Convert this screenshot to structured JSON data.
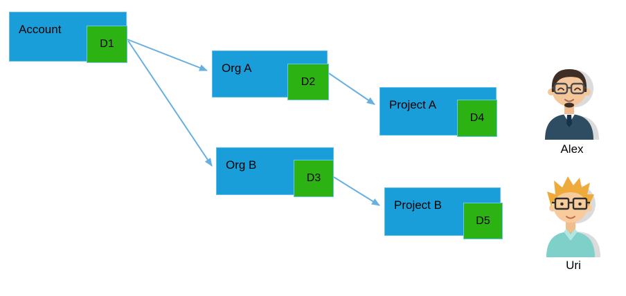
{
  "diagram": {
    "nodes": [
      {
        "id": "account",
        "label": "Account",
        "badge": "D1"
      },
      {
        "id": "org-a",
        "label": "Org A",
        "badge": "D2"
      },
      {
        "id": "org-b",
        "label": "Org B",
        "badge": "D3"
      },
      {
        "id": "project-a",
        "label": "Project A",
        "badge": "D4"
      },
      {
        "id": "project-b",
        "label": "Project B",
        "badge": "D5"
      }
    ],
    "edges": [
      {
        "from": "D1",
        "to": "Org A"
      },
      {
        "from": "D1",
        "to": "Org B"
      },
      {
        "from": "D2",
        "to": "Project A"
      },
      {
        "from": "D3",
        "to": "Project B"
      }
    ],
    "colors": {
      "node_fill": "#1a9ed9",
      "node_border": "#5cc0e8",
      "badge_fill": "#2cb212",
      "arrow": "#66afe0",
      "label_text": "#000000"
    }
  },
  "users": [
    {
      "name": "Alex",
      "avatar_icon": "man-dark-hair-glasses-navy-sweater-avatar"
    },
    {
      "name": "Uri",
      "avatar_icon": "man-blond-spiky-hair-glasses-teal-shirt-avatar"
    }
  ]
}
